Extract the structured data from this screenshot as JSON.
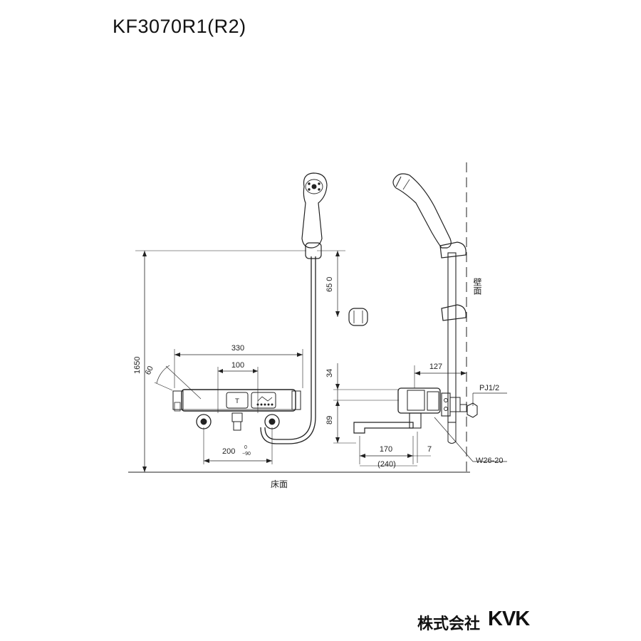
{
  "title": "KF3070R1(R2)",
  "labels": {
    "wall": "壁面",
    "floor": "床面"
  },
  "dimensions": {
    "d330": "330",
    "d100": "100",
    "d60": "60",
    "d1650": "1650",
    "d650": "65 0",
    "d34": "34",
    "d89": "89",
    "d200": "200",
    "d200_tol_upper": "0",
    "d200_tol_lower": "−90",
    "d127": "127",
    "d170": "170",
    "d7": "7",
    "d240": "(240)"
  },
  "callouts": {
    "pj": "PJ1/2",
    "w": "W26-20"
  },
  "footer": {
    "company": "株式会社",
    "brand": "KVK"
  }
}
